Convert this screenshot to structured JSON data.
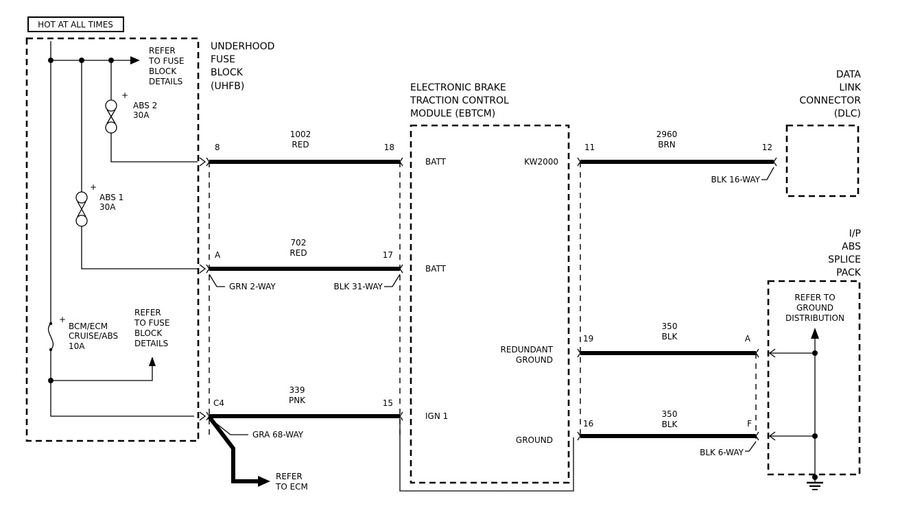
{
  "header": {
    "hot_label": "HOT AT ALL TIMES"
  },
  "underhood_fuse_block": {
    "title_lines": [
      "UNDERHOOD",
      "FUSE",
      "BLOCK",
      "(UHFB)"
    ],
    "refer_top": [
      "REFER",
      "TO FUSE",
      "BLOCK",
      "DETAILS"
    ],
    "refer_bottom": [
      "REFER",
      "TO FUSE",
      "BLOCK",
      "DETAILS"
    ],
    "fuse_abs2": {
      "plus": "+",
      "name": "ABS 2",
      "rating": "30A"
    },
    "fuse_abs1": {
      "plus": "+",
      "name": "ABS 1",
      "rating": "30A"
    },
    "fuse_bcm": {
      "plus": "+",
      "lines": [
        "BCM/ECM",
        "CRUISE/ABS",
        "10A"
      ]
    }
  },
  "ebtcm": {
    "title_lines": [
      "ELECTRONIC BRAKE",
      "TRACTION CONTROL",
      "MODULE (EBTCM)"
    ],
    "pins": {
      "batt1": "BATT",
      "kw2000": "KW2000",
      "batt2": "BATT",
      "redundant_ground": [
        "REDUNDANT",
        "GROUND"
      ],
      "ign1": "IGN 1",
      "ground": "GROUND"
    }
  },
  "dlc": {
    "title_lines": [
      "DATA",
      "LINK",
      "CONNECTOR",
      "(DLC)"
    ]
  },
  "splice_pack": {
    "title_lines": [
      "I/P",
      "ABS",
      "SPLICE",
      "PACK"
    ],
    "refer_lines": [
      "REFER TO",
      "GROUND",
      "DISTRIBUTION"
    ]
  },
  "wires": {
    "w1002": {
      "circuit": "1002",
      "color": "RED",
      "pin_left": "8",
      "pin_right": "18"
    },
    "w702": {
      "circuit": "702",
      "color": "RED",
      "pin_left": "A",
      "pin_right": "17"
    },
    "w339": {
      "circuit": "339",
      "color": "PNK",
      "pin_left": "C4",
      "pin_right": "15"
    },
    "w2960": {
      "circuit": "2960",
      "color": "BRN",
      "pin_left": "11",
      "pin_right": "12"
    },
    "w350a": {
      "circuit": "350",
      "color": "BLK",
      "pin_left": "19",
      "pin_right": "A"
    },
    "w350b": {
      "circuit": "350",
      "color": "BLK",
      "pin_left": "16",
      "pin_right": "F"
    }
  },
  "connectors": {
    "grn_2way": "GRN 2-WAY",
    "blk_31way": "BLK 31-WAY",
    "gra_68way": "GRA 68-WAY",
    "blk_16way": "BLK 16-WAY",
    "blk_6way": "BLK 6-WAY"
  },
  "refer_ecm": [
    "REFER",
    "TO ECM"
  ]
}
